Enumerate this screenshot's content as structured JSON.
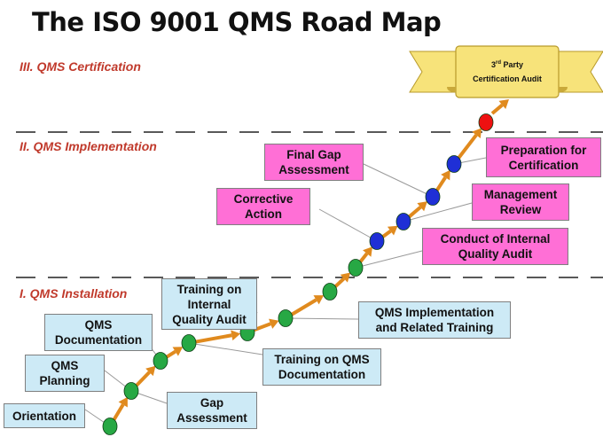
{
  "title": "The ISO 9001 QMS Road Map",
  "phases": {
    "certification": "III. QMS Certification",
    "implementation": "II. QMS Implementation",
    "installation": "I. QMS Installation"
  },
  "banner": {
    "line1_sup": "rd",
    "line1_num": "3",
    "line1_rest": " Party",
    "line2": "Certification Audit"
  },
  "steps": {
    "orientation": "Orientation",
    "qms_planning": "QMS\nPlanning",
    "qms_documentation": "QMS\nDocumentation",
    "gap_assessment": "Gap\nAssessment",
    "training_internal_audit": "Training on\nInternal\nQuality Audit",
    "training_qms_doc": "Training on QMS\nDocumentation",
    "qms_impl_training": "QMS Implementation\nand Related Training",
    "conduct_internal_audit": "Conduct of Internal\nQuality Audit",
    "corrective_action": "Corrective\nAction",
    "management_review": "Management\nReview",
    "final_gap": "Final Gap\nAssessment",
    "prep_certification": "Preparation for\nCertification"
  },
  "colors": {
    "arrow": "#e08a1e",
    "installation_node": "#27a844",
    "implementation_node": "#1f2fd6",
    "certification_node": "#ee1111",
    "installation_box": "#cdeaf6",
    "implementation_box": "#ff6fd6",
    "banner": "#f7e37a"
  }
}
